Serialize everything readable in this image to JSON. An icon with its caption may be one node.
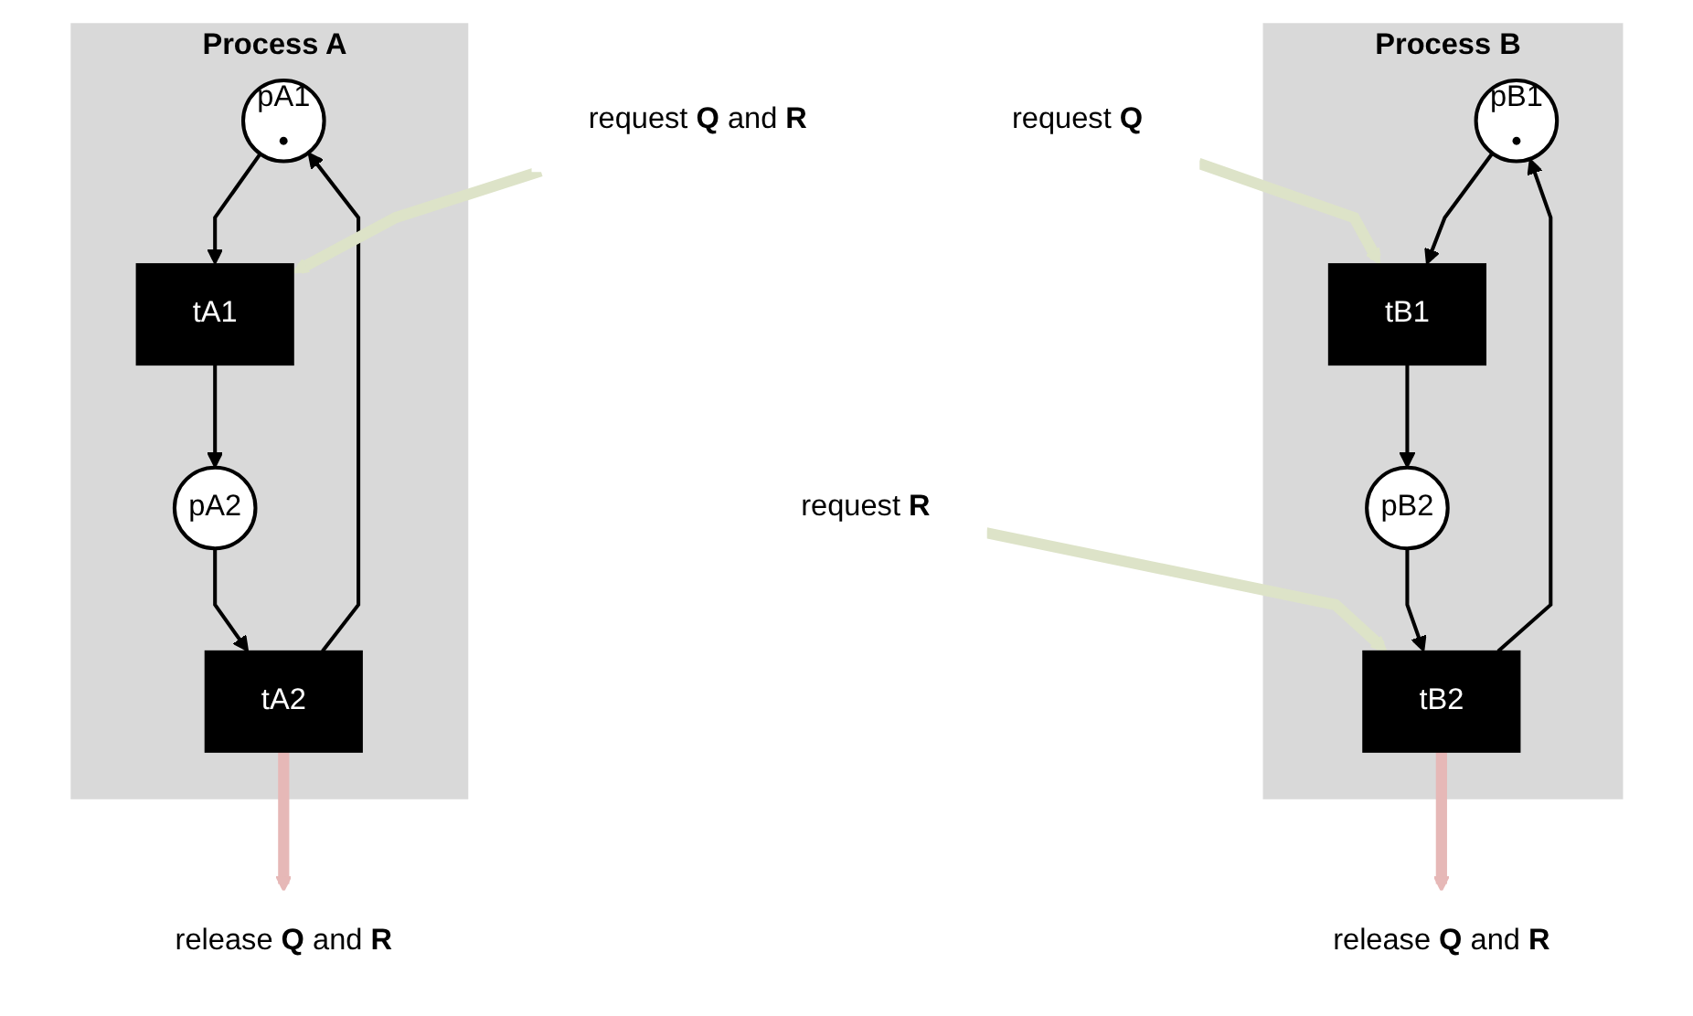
{
  "diagram": {
    "nodes": [
      {
        "text": [
          "Process A"
        ]
      },
      {
        "text": [
          "pA1",
          "•"
        ],
        "in": 0
      },
      {
        "text": [
          "tA1"
        ],
        "in": 0
      },
      {
        "text": [
          "pA2"
        ],
        "in": 0
      },
      {
        "text": [
          "tA2"
        ],
        "in": 0
      },
      {
        "text": [
          "Process B"
        ]
      },
      {
        "text": [
          "pB1",
          "•"
        ],
        "in": 5
      },
      {
        "text": [
          "tB1"
        ],
        "in": 5
      },
      {
        "text": [
          "pB2"
        ],
        "in": 5
      },
      {
        "text": [
          "tB2"
        ],
        "in": 5
      },
      {
        "text": [
          "request **Q** and **R**"
        ]
      },
      {
        "text": [
          "release **Q** and **R**"
        ]
      },
      {
        "text": [
          "request **Q**"
        ]
      },
      {
        "text": [
          "request **R**"
        ]
      },
      {
        "text": [
          "release **Q** and **R**"
        ]
      }
    ],
    "edges": [
      {
        "from": 1,
        "to": 2,
        "arrow": "to"
      },
      {
        "from": 2,
        "to": 3,
        "arrow": "to"
      },
      {
        "from": 3,
        "to": 4,
        "arrow": "to"
      },
      {
        "from": 4,
        "to": 1,
        "arrow": "to"
      },
      {
        "from": 6,
        "to": 7,
        "arrow": "to"
      },
      {
        "from": 7,
        "to": 8,
        "arrow": "to"
      },
      {
        "from": 8,
        "to": 9,
        "arrow": "to"
      },
      {
        "from": 9,
        "to": 6,
        "arrow": "to"
      },
      {
        "from": 10,
        "to": 2,
        "arrow": "to",
        "style": "thick",
        "color": "#dde3c8"
      },
      {
        "from": 4,
        "to": 11,
        "arrow": "to",
        "style": "thick",
        "color": "#e6b8b7"
      },
      {
        "from": 12,
        "to": 7,
        "arrow": "to",
        "style": "thick",
        "color": "#dde3c8"
      },
      {
        "from": 13,
        "to": 9,
        "arrow": "to",
        "style": "thick",
        "color": "#dde3c8"
      },
      {
        "from": 9,
        "to": 14,
        "arrow": "to",
        "style": "thick",
        "color": "#e6b8b7"
      }
    ]
  }
}
